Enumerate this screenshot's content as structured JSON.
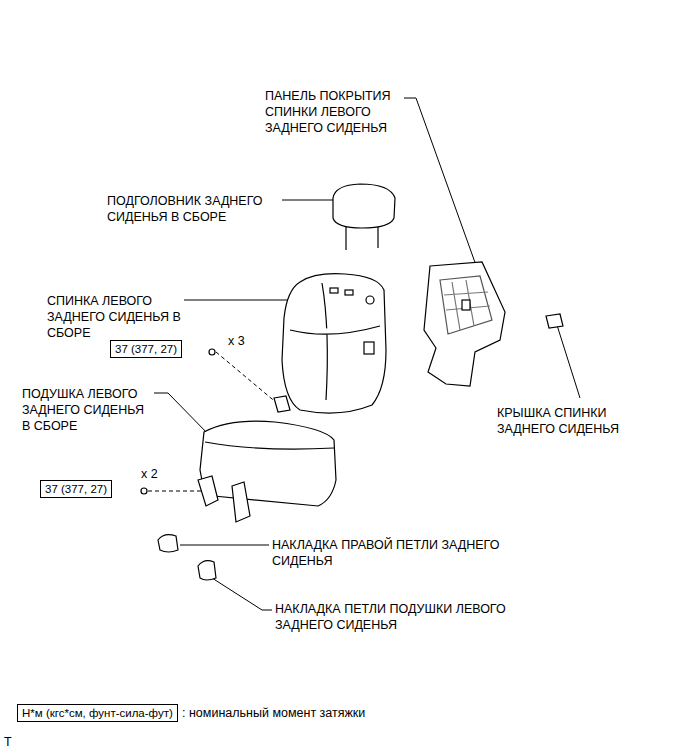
{
  "diagram": {
    "nodes": [
      {
        "text": [
          "37 (377, 27)"
        ]
      },
      {
        "text": [
          "37 (377, 27)"
        ]
      },
      {
        "text": [
          "Н*м (кгс*см, фунт-сила-фут)"
        ]
      }
    ],
    "labels": [
      "ПАНЕЛЬ ПОКРЫТИЯ СПИНКИ ЛЕВОГО ЗАДНЕГО СИДЕНЬЯ",
      "ПОДГОЛОВНИК ЗАДНЕГО СИДЕНЬЯ В СБОРЕ",
      "СПИНКА ЛЕВОГО ЗАДНЕГО СИДЕНЬЯ В СБОРЕ",
      "x 3",
      "КРЫШКА СПИНКИ ЗАДНЕГО СИДЕНЬЯ",
      "ПОДУШКА ЛЕВОГО ЗАДНЕГО СИДЕНЬЯ В СБОРЕ",
      "x 2",
      "НАКЛАДКА ПРАВОЙ ПЕТЛИ ЗАДНЕГО СИДЕНЬЯ",
      "НАКЛАДКА ПЕТЛИ ПОДУШКИ ЛЕВОГО ЗАДНЕГО СИДЕНЬЯ",
      ": номинальный момент затяжки",
      "T"
    ]
  }
}
